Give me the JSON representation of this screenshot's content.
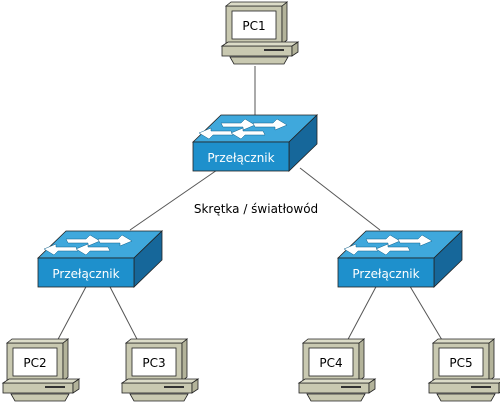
{
  "diagram": {
    "connection_label": "Skrętka / światłowód",
    "switches": [
      {
        "id": "sw-top",
        "label": "Przełącznik"
      },
      {
        "id": "sw-left",
        "label": "Przełącznik"
      },
      {
        "id": "sw-right",
        "label": "Przełącznik"
      }
    ],
    "computers": [
      {
        "id": "pc1",
        "label": "PC1"
      },
      {
        "id": "pc2",
        "label": "PC2"
      },
      {
        "id": "pc3",
        "label": "PC3"
      },
      {
        "id": "pc4",
        "label": "PC4"
      },
      {
        "id": "pc5",
        "label": "PC5"
      }
    ],
    "colors": {
      "switch_top": "#3fa8dc",
      "switch_front": "#1e90cc",
      "switch_side": "#16679a",
      "computer_body": "#c9c9b1",
      "computer_shade": "#b3b39a",
      "line": "#555555"
    }
  }
}
